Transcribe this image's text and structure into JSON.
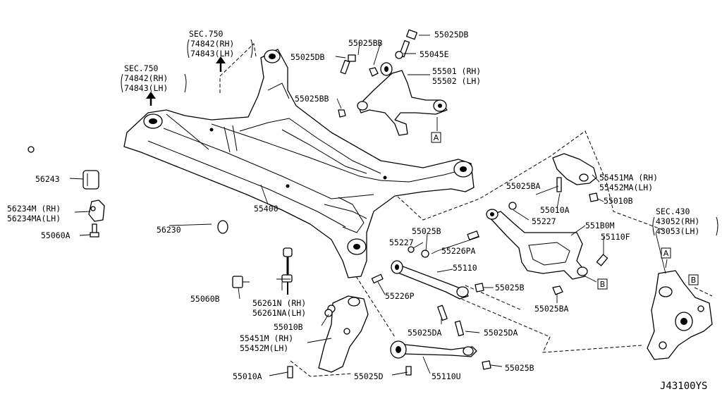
{
  "sections": {
    "sec750_top": {
      "line1": "SEC.750",
      "line2": "74842(RH)",
      "line3": "74843(LH)"
    },
    "sec750_left": {
      "line1": "SEC.750",
      "line2": "74842(RH)",
      "line3": "74843(LH)"
    },
    "sec430": {
      "line1": "SEC.430",
      "line2": "43052(RH)",
      "line3": "43053(LH)"
    }
  },
  "labels": {
    "p55025DB_top": "55025DB",
    "p55025BB_top": "55025BB",
    "p55025DB_left": "55025DB",
    "p55045E": "55045E",
    "p55501": "55501 (RH)",
    "p55502": "55502 (LH)",
    "p55025BB_mid": "55025BB",
    "p56243": "56243",
    "p56234M": "56234M (RH)",
    "p56234MA": "56234MA(LH)",
    "p55060A": "55060A",
    "p56230": "56230",
    "p55400": "55400",
    "p55451MA": "55451MA (RH)",
    "p55452MA": "55452MA(LH)",
    "p55025BA_top": "55025BA",
    "p55010A_top": "55010A",
    "p55010B_right": "55010B",
    "p55227_right": "55227",
    "p551B0M": "551B0M",
    "p55110F": "55110F",
    "p55025B_mid": "55025B",
    "p55227_mid": "55227",
    "p55226PA": "55226PA",
    "p55110": "55110",
    "p55025B_right": "55025B",
    "p55025BA_bottom": "55025BA",
    "p55060B": "55060B",
    "p56261N": "56261N (RH)",
    "p56261NA": "56261NA(LH)",
    "p55226P": "55226P",
    "p55010B_left": "55010B",
    "p55451M": "55451M (RH)",
    "p55452M": "55452M(LH)",
    "p55025DA_left": "55025DA",
    "p55025DA_right": "55025DA",
    "p55010A_bottom": "55010A",
    "p55025D": "55025D",
    "p55110U": "55110U",
    "p55025B_bottom": "55025B"
  },
  "ref_boxes": {
    "a1": "A",
    "a2": "A",
    "b1": "B",
    "b2": "B"
  },
  "diagram_id": "J43100YS"
}
